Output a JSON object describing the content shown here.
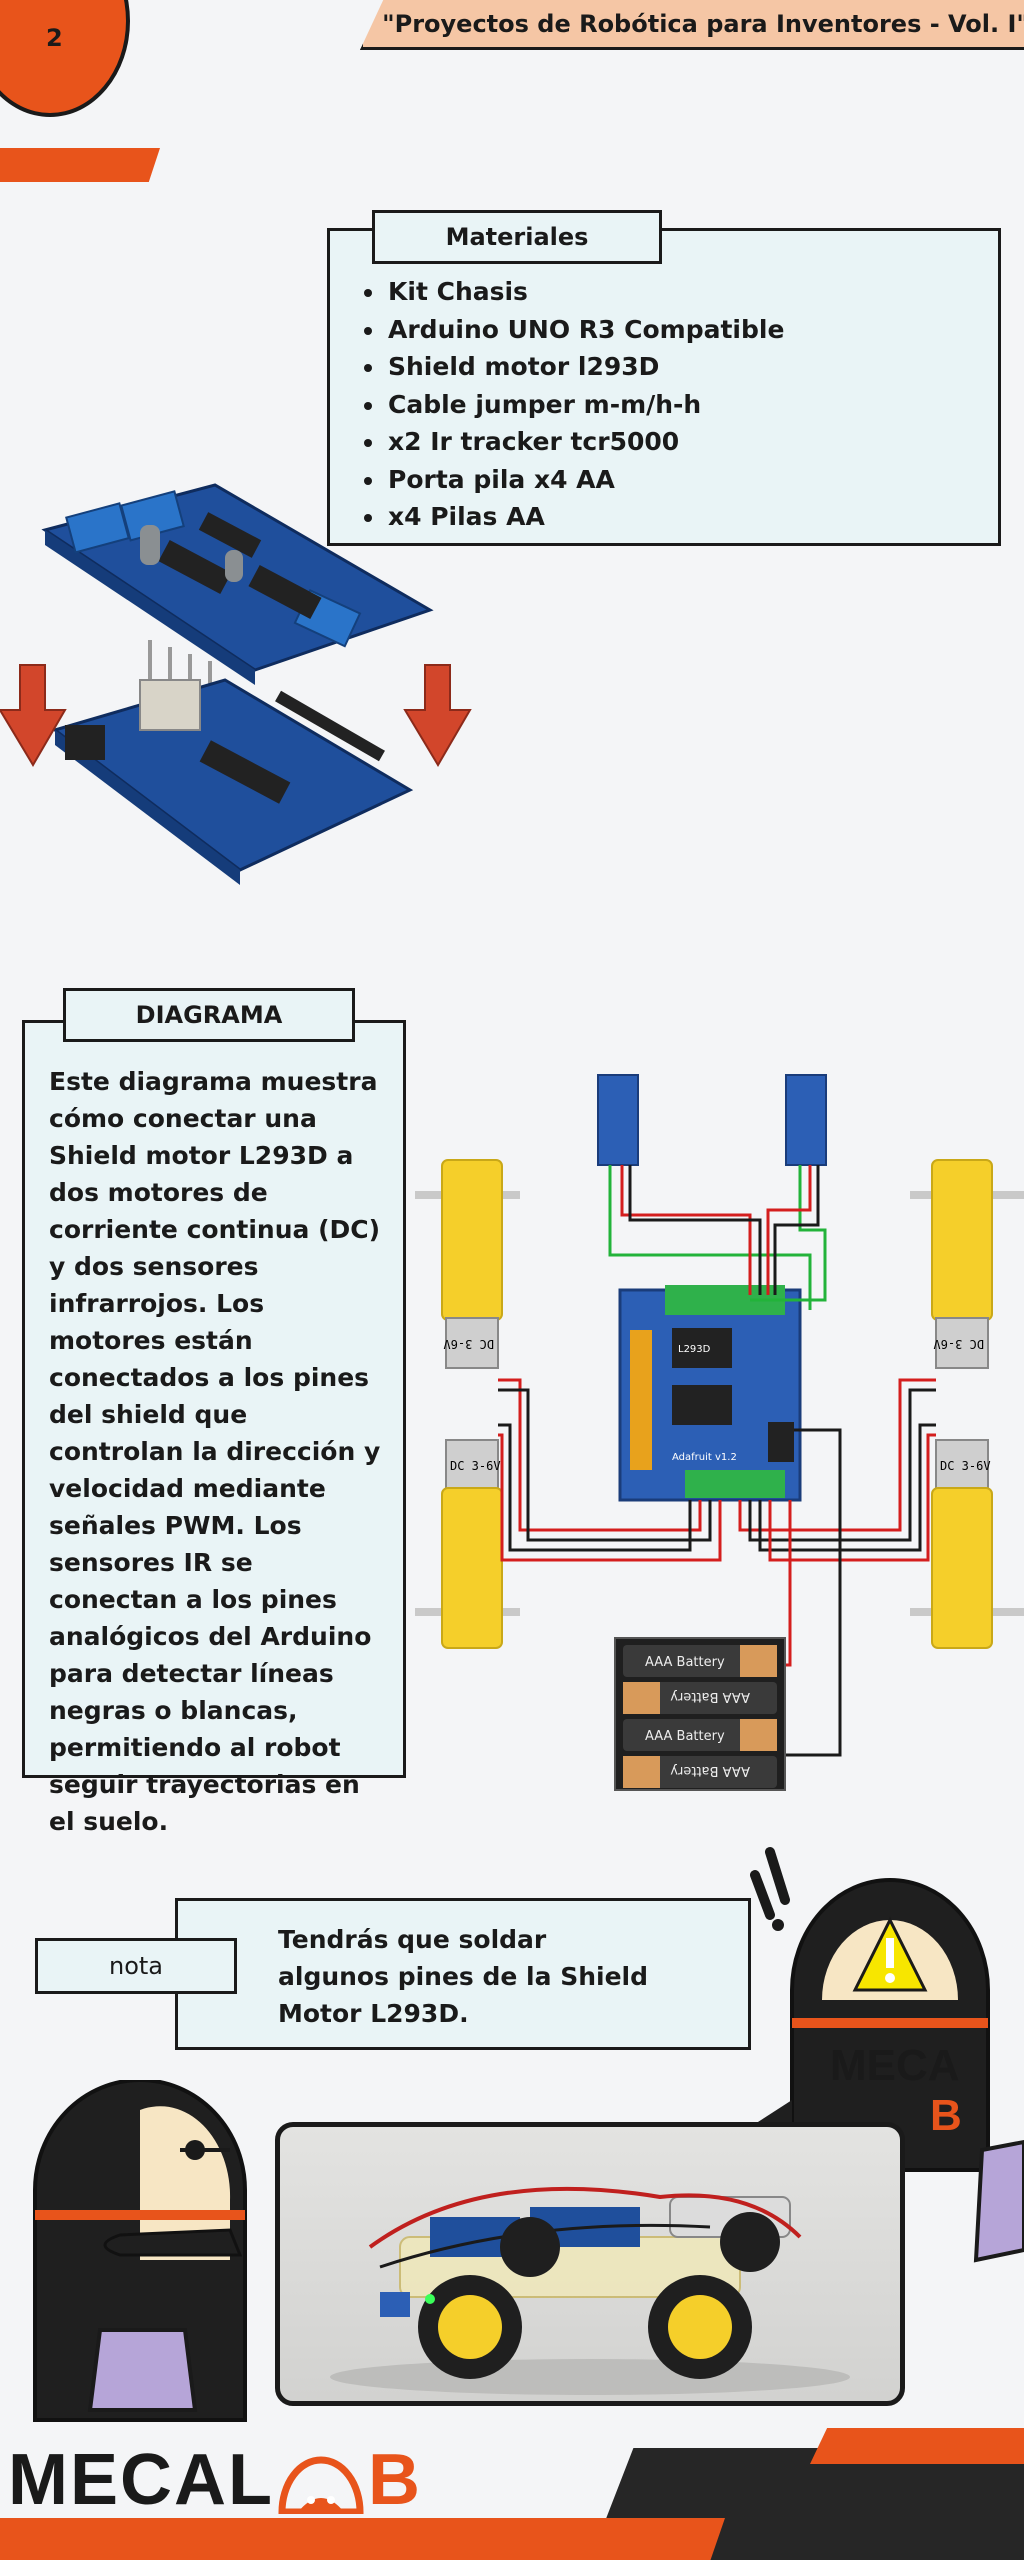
{
  "header": {
    "page_number": "2",
    "book_title": "\"Proyectos de Robótica para Inventores - Vol. I\""
  },
  "materials": {
    "title": "Materiales",
    "items": [
      "Kit Chasis",
      "Arduino UNO R3 Compatible",
      "Shield motor l293D",
      "Cable jumper m-m/h-h",
      "x2 Ir tracker tcr5000",
      "Porta pila x4 AA",
      "x4 Pilas AA"
    ]
  },
  "diagram": {
    "title": "DIAGRAMA",
    "text": "Este diagrama muestra cómo conectar una Shield motor L293D a dos motores de corriente continua (DC) y dos sensores infrarrojos. Los motores están conectados a los pines del shield que controlan la dirección y velocidad mediante señales PWM. Los sensores IR se conectan a los pines analógicos del Arduino para detectar líneas negras o blancas, permitiendo al robot seguir trayectorias en el suelo.",
    "battery_label": "AAA Battery",
    "motor_label": "DC 3-6V",
    "shield_chip": "L293D",
    "shield_brand": "Adafruit v1.2"
  },
  "note": {
    "tab_label": "nota",
    "text": "Tendrás que soldar algunos pines de la Shield Motor L293D."
  },
  "branding": {
    "logo_part1": "MECAL",
    "logo_part2": "B",
    "mascot_logo_top": "MECA",
    "mascot_logo_bottom": "B"
  },
  "colors": {
    "accent": "#e8541b",
    "dark": "#1a1a1a",
    "panel": "#e9f4f6",
    "background": "#f4f5f7"
  }
}
